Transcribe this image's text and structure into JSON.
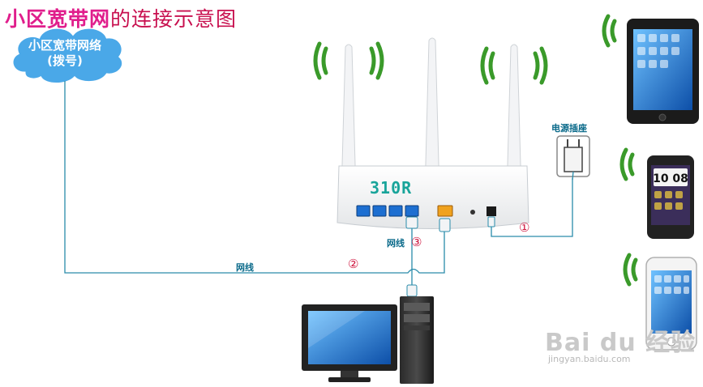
{
  "title": {
    "highlight": "小区宽带网",
    "rest": "的连接示意图"
  },
  "cloud": {
    "line1": "小区宽带网络",
    "line2": "(拨号)"
  },
  "router": {
    "model": "310R"
  },
  "labels": {
    "power_socket": "电源插座",
    "cable_upper": "网线",
    "cable_lower": "网线"
  },
  "markers": {
    "one": "①",
    "two": "②",
    "three": "③"
  },
  "watermark": {
    "brand": "Bai du 经验",
    "url": "jingyan.baidu.com"
  },
  "colors": {
    "title_highlight": "#e01e8c",
    "title_rest": "#c8104f",
    "cloud": "#4aa8e8",
    "line": "#2a8cab",
    "marker": "#d01840",
    "router_port": "#1d6fd1",
    "wan_port": "#f0a21e",
    "wifi": "#3a9a2a"
  }
}
